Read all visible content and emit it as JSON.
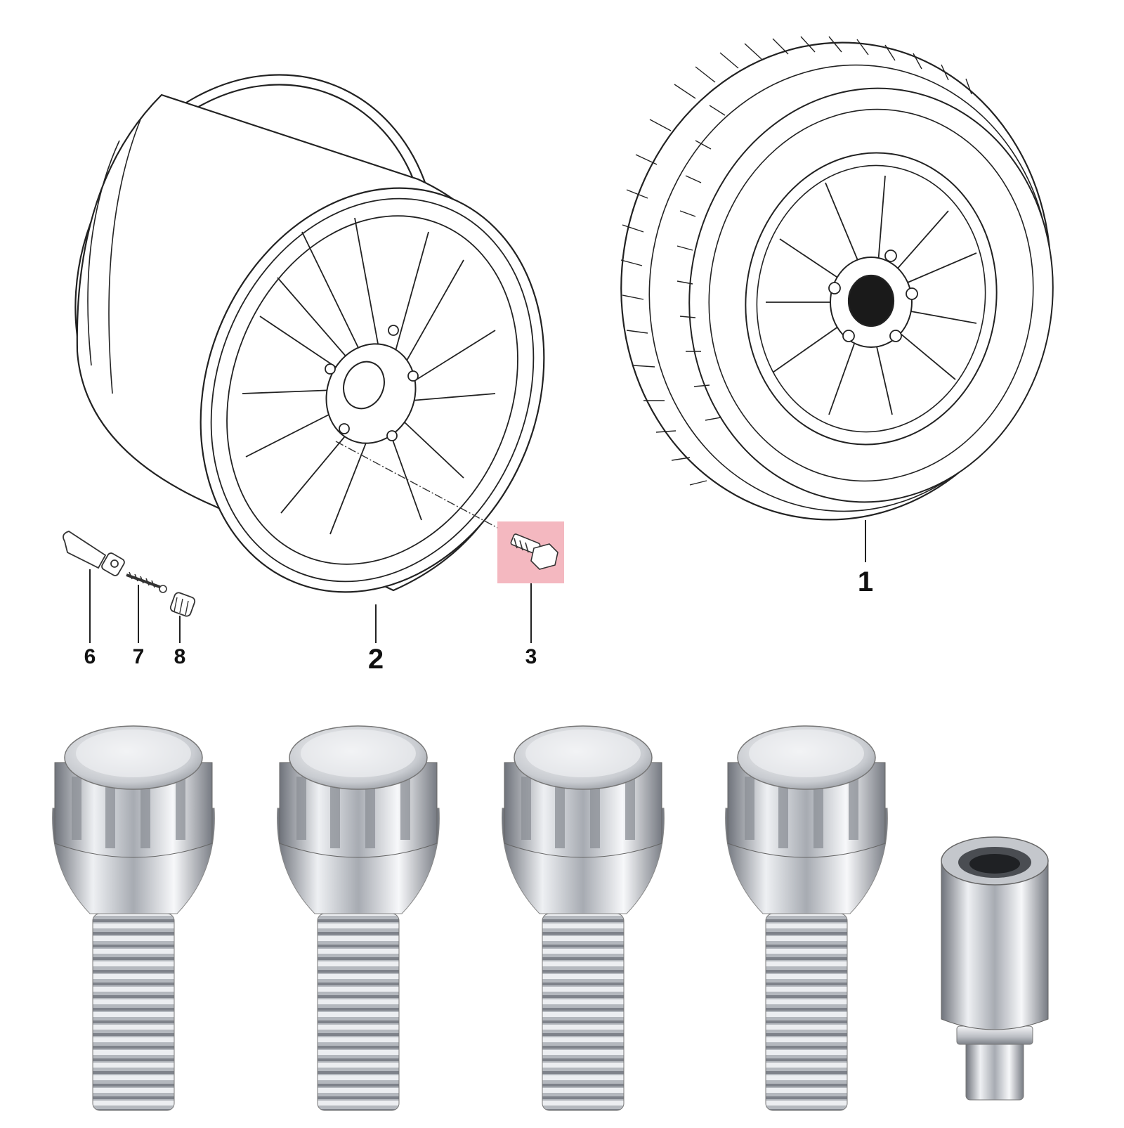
{
  "callouts": {
    "c1": "1",
    "c2": "2",
    "c3": "3",
    "c6": "6",
    "c7": "7",
    "c8": "8"
  },
  "colors": {
    "highlight": "#f4b8c0",
    "line": "#222222",
    "chrome_dark": "#7c8088",
    "chrome_light": "#f2f3f5"
  },
  "parts": {
    "bolts_shown": 4,
    "lock_key_shown": 1
  }
}
